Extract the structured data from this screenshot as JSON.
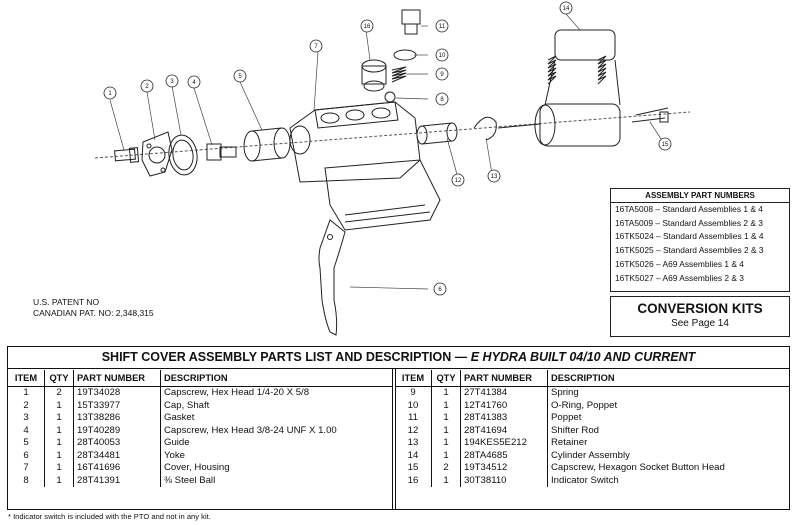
{
  "callouts": [
    "1",
    "2",
    "3",
    "4",
    "5",
    "6",
    "7",
    "8",
    "9",
    "10",
    "11",
    "12",
    "13",
    "14",
    "15",
    "16"
  ],
  "patent": {
    "line1": "U.S. PATENT NO",
    "line2": "CANADIAN PAT. NO: 2,348,315"
  },
  "assembly_numbers": {
    "title": "ASSEMBLY PART NUMBERS",
    "lines": [
      "16TA5008 – Standard Assemblies 1 & 4",
      "16TA5009 – Standard Assemblies 2 & 3",
      "16TK5024 – Standard Assemblies 1 & 4",
      "16TK5025 – Standard Assemblies 2 & 3",
      "16TK5026 – A69 Assemblies 1 & 4",
      "16TK5027 – A69 Assemblies 2 & 3"
    ]
  },
  "conversion": {
    "title": "CONVERSION KITS",
    "subtitle": "See Page 14"
  },
  "parts_list": {
    "title": "SHIFT COVER ASSEMBLY PARTS LIST AND DESCRIPTION  —",
    "title_italic": "E HYDRA BUILT 04/10 AND CURRENT",
    "headers": [
      "ITEM",
      "QTY",
      "PART NUMBER",
      "DESCRIPTION"
    ],
    "left_rows": [
      [
        "1",
        "2",
        "19T34028",
        "Capscrew, Hex Head 1/4-20 X 5/8"
      ],
      [
        "2",
        "1",
        "15T33977",
        "Cap, Shaft"
      ],
      [
        "3",
        "1",
        "13T38286",
        "Gasket"
      ],
      [
        "4",
        "1",
        "19T40289",
        "Capscrew, Hex Head 3/8-24 UNF X 1.00"
      ],
      [
        "5",
        "1",
        "28T40053",
        "Guide"
      ],
      [
        "6",
        "1",
        "28T34481",
        "Yoke"
      ],
      [
        "7",
        "1",
        "16T41696",
        "Cover, Housing"
      ],
      [
        "8",
        "1",
        "28T41391",
        "⅜ Steel Ball"
      ]
    ],
    "right_rows": [
      [
        "9",
        "1",
        "27T41384",
        "Spring"
      ],
      [
        "10",
        "1",
        "12T41760",
        "O-Ring, Poppet"
      ],
      [
        "11",
        "1",
        "28T41383",
        "Poppet"
      ],
      [
        "12",
        "1",
        "28T41694",
        "Shifter Rod"
      ],
      [
        "13",
        "1",
        "194KES5E212",
        "Retainer"
      ],
      [
        "14",
        "1",
        "28TA4685",
        "Cylinder Assembly"
      ],
      [
        "15",
        "2",
        "19T34512",
        "Capscrew, Hexagon Socket Button Head"
      ],
      [
        "16",
        "1",
        "30T38110",
        "Indicator Switch"
      ]
    ]
  },
  "footnote": "* Indicator switch is included with the PTO and not in any kit."
}
